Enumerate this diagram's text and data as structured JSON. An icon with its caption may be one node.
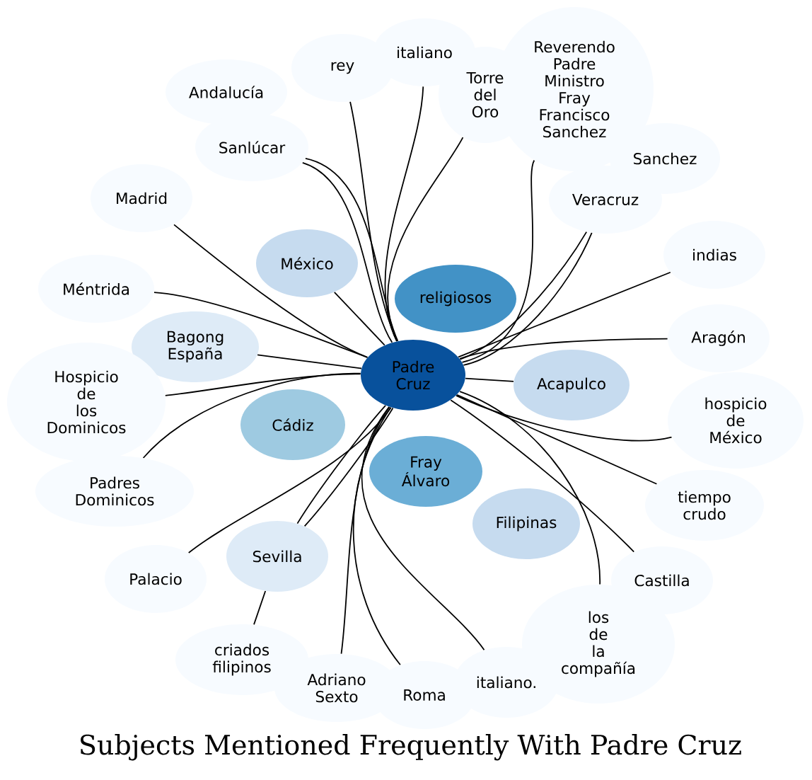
{
  "diagram": {
    "title": "Subjects Mentioned Frequently With Padre Cruz",
    "nodes": [
      {
        "text": [
          "rey"
        ]
      },
      {
        "text": [
          "italiano"
        ]
      },
      {
        "text": [
          "Torre del Oro"
        ]
      },
      {
        "text": [
          "Reverendo Padre Ministro Fray Francisco Sanchez"
        ]
      },
      {
        "text": [
          "Andalucía"
        ]
      },
      {
        "text": [
          "Sanlúcar"
        ]
      },
      {
        "text": [
          "Sanchez"
        ]
      },
      {
        "text": [
          "Madrid"
        ]
      },
      {
        "text": [
          "Veracruz"
        ]
      },
      {
        "text": [
          "México"
        ]
      },
      {
        "text": [
          "indias"
        ]
      },
      {
        "text": [
          "Méntrida"
        ]
      },
      {
        "text": [
          "religiosos"
        ]
      },
      {
        "text": [
          "Aragón"
        ]
      },
      {
        "text": [
          "Bagong España"
        ]
      },
      {
        "text": [
          "Padre Cruz"
        ]
      },
      {
        "text": [
          "Acapulco"
        ]
      },
      {
        "text": [
          "Hospicio de los Dominicos"
        ]
      },
      {
        "text": [
          "hospicio de México"
        ]
      },
      {
        "text": [
          "Cádiz"
        ]
      },
      {
        "text": [
          "Fray Álvaro"
        ]
      },
      {
        "text": [
          "Padres Dominicos"
        ]
      },
      {
        "text": [
          "tiempo crudo"
        ]
      },
      {
        "text": [
          "Filipinas"
        ]
      },
      {
        "text": [
          "Sevilla"
        ]
      },
      {
        "text": [
          "Palacio"
        ]
      },
      {
        "text": [
          "Castilla"
        ]
      },
      {
        "text": [
          "los de la compañía"
        ]
      },
      {
        "text": [
          "criados filipinos"
        ]
      },
      {
        "text": [
          "italiano."
        ]
      },
      {
        "text": [
          "Adriano Sexto"
        ]
      },
      {
        "text": [
          "Roma"
        ]
      }
    ],
    "edges": [
      {
        "from": 15,
        "to": 0,
        "arrow": "none"
      },
      {
        "from": 15,
        "to": 1,
        "arrow": "none"
      },
      {
        "from": 15,
        "to": 2,
        "arrow": "none"
      },
      {
        "from": 15,
        "to": 3,
        "arrow": "none"
      },
      {
        "from": 15,
        "to": 5,
        "arrow": "none"
      },
      {
        "from": 15,
        "to": 5,
        "arrow": "none"
      },
      {
        "from": 15,
        "to": 7,
        "arrow": "none"
      },
      {
        "from": 15,
        "to": 8,
        "arrow": "none"
      },
      {
        "from": 15,
        "to": 8,
        "arrow": "none"
      },
      {
        "from": 15,
        "to": 9,
        "arrow": "none"
      },
      {
        "from": 15,
        "to": 10,
        "arrow": "none"
      },
      {
        "from": 15,
        "to": 11,
        "arrow": "none"
      },
      {
        "from": 15,
        "to": 13,
        "arrow": "none"
      },
      {
        "from": 15,
        "to": 14,
        "arrow": "none"
      },
      {
        "from": 15,
        "to": 16,
        "arrow": "none"
      },
      {
        "from": 15,
        "to": 17,
        "arrow": "none"
      },
      {
        "from": 15,
        "to": 18,
        "arrow": "none"
      },
      {
        "from": 15,
        "to": 21,
        "arrow": "none"
      },
      {
        "from": 15,
        "to": 22,
        "arrow": "none"
      },
      {
        "from": 15,
        "to": 24,
        "arrow": "none"
      },
      {
        "from": 15,
        "to": 24,
        "arrow": "none"
      },
      {
        "from": 15,
        "to": 25,
        "arrow": "none"
      },
      {
        "from": 15,
        "to": 26,
        "arrow": "none"
      },
      {
        "from": 15,
        "to": 27,
        "arrow": "none"
      },
      {
        "from": 24,
        "to": 28,
        "arrow": "none"
      },
      {
        "from": 15,
        "to": 29,
        "arrow": "none"
      },
      {
        "from": 15,
        "to": 30,
        "arrow": "none"
      },
      {
        "from": 15,
        "to": 31,
        "arrow": "none"
      }
    ]
  }
}
